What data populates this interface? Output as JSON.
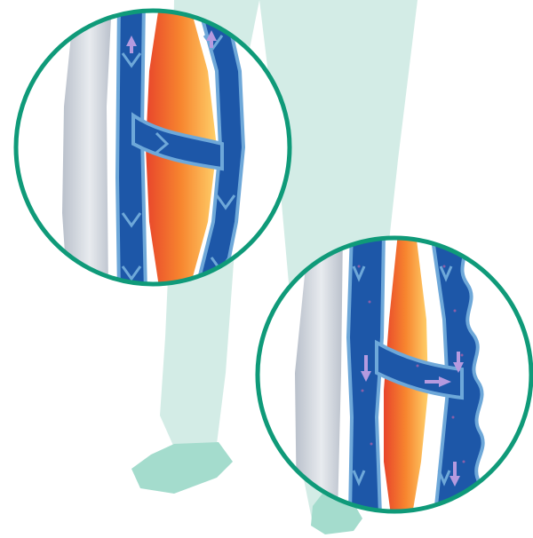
{
  "figure": {
    "subject": "leg-vein-valve-comparison",
    "panels": [
      {
        "id": "healthy-vein",
        "state": "healthy"
      },
      {
        "id": "varicose-vein",
        "state": "varicose"
      }
    ]
  },
  "colors": {
    "background": "#ffffff",
    "silhouette": "#d3ece6",
    "foot": "#a4dccd",
    "ring": "#0f9a79",
    "bone": "#e8ebef",
    "bone_shade": "#b9c0cb",
    "vein": "#1d57a8",
    "vein_dark": "#143d7c",
    "vein_wall": "#6ea8d9",
    "muscle_light": "#ffd06a",
    "muscle_mid": "#f7862f",
    "muscle_dark": "#e8452b",
    "flow_arrow": "#b59adf",
    "blood_speck": "#8a5fa8"
  }
}
